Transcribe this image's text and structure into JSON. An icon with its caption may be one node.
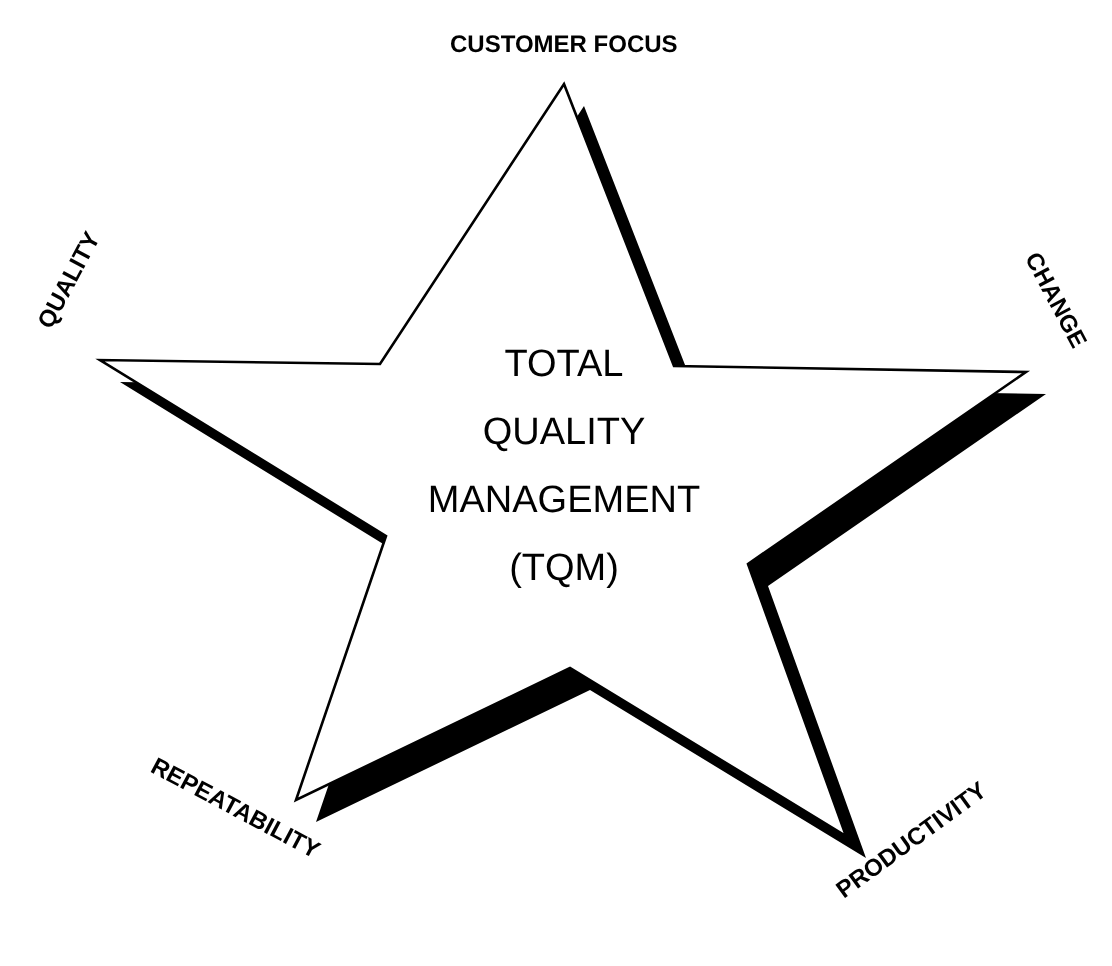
{
  "diagram": {
    "nodes": [
      {
        "text": [
          "TOTAL QUALITY MANAGEMENT (TQM)"
        ]
      }
    ],
    "labels": [
      "CUSTOMER FOCUS",
      "QUALITY",
      "CHANGE",
      "REPEATABILITY",
      "PRODUCTIVITY"
    ]
  }
}
